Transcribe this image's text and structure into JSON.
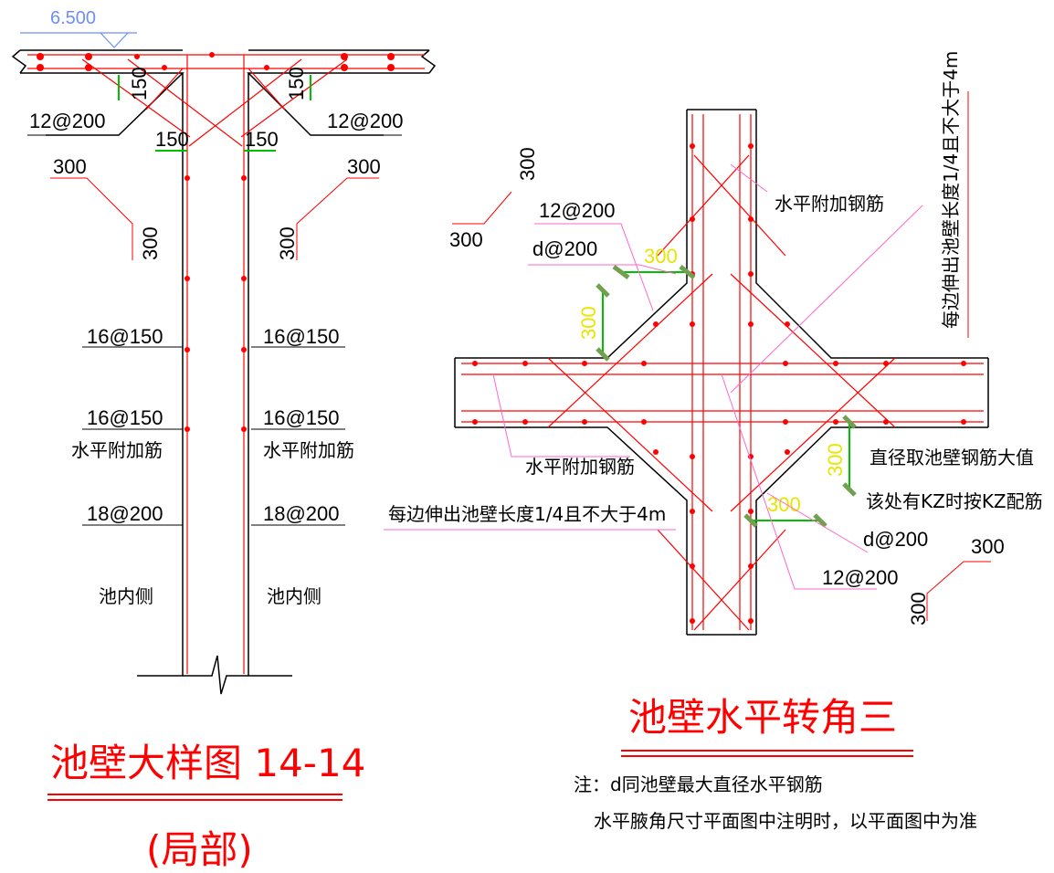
{
  "left": {
    "elevation": "6.500",
    "haunch_dim_left": "150",
    "haunch_dim_right": "150",
    "haunch_dim_bottom_left": "150",
    "haunch_dim_bottom_right": "150",
    "rebar_left": "12@200",
    "rebar_right": "12@200",
    "dim_300_left_top": "300",
    "dim_300_left_side": "300",
    "dim_300_right_top": "300",
    "dim_300_right_side": "300",
    "left_16a": "16@150",
    "right_16a": "16@150",
    "left_16b": "16@150",
    "right_16b": "16@150",
    "left_extra": "水平附加筋",
    "right_extra": "水平附加筋",
    "left_18": "18@200",
    "right_18": "18@200",
    "left_inner": "池内侧",
    "right_inner": "池内侧",
    "title": "池壁大样图 14-14",
    "subtitle": "(局部)"
  },
  "right": {
    "dim_300_tl_v": "300",
    "dim_300_tl_h": "300",
    "rebar_12": "12@200",
    "rebar_d": "d@200",
    "haunch_300_h": "300",
    "haunch_300_v": "300",
    "extra_top": "水平附加钢筋",
    "extra_left": "水平附加钢筋",
    "extend_left": "每边伸出池壁长度1/4且不大于4m",
    "extend_vertical": "每边伸出池壁长度1/4且不大于4m",
    "dia_note": "直径取池壁钢筋大值",
    "kz_note": "该处有KZ时按KZ配筋",
    "haunch_300_v2": "300",
    "haunch_300_h2": "300",
    "rebar_d2": "d@200",
    "rebar_12b": "12@200",
    "dim_300_br_h": "300",
    "dim_300_br_v": "300",
    "title": "池壁水平转角三"
  },
  "notes": {
    "line1": "注：d同池壁最大直径水平钢筋",
    "line2": "水平腋角尺寸平面图中注明时，以平面图中为准"
  },
  "colors": {
    "rebar": "#ff0000",
    "dimension": "#00c000",
    "leader": "#ff66cc",
    "highlight": "#e6e600",
    "elevation": "#6e8ff0"
  }
}
